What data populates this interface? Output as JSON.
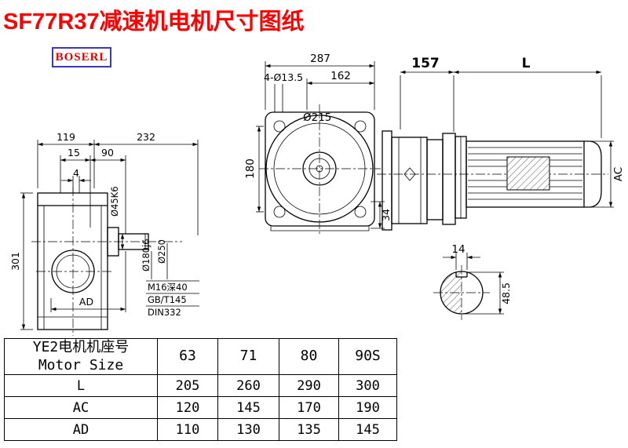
{
  "title": "SF77R37减速机电机尺寸图纸",
  "logo": "BOSERL",
  "colors": {
    "title": "#fe0000",
    "logo_text": "#e20000",
    "logo_border": "#3a3ab8",
    "line": "#000000"
  },
  "left_view": {
    "dim_width_left": "119",
    "dim_width_right": "232",
    "dim_15": "15",
    "dim_90": "90",
    "dim_4": "4",
    "dim_height": "301",
    "dim_ad": "AD",
    "shaft_dia": "Ø45K6",
    "spigot_dia": "Ø180j6",
    "flange_dia": "Ø250",
    "note_tap": "M16深40",
    "note_gb": "GB/T145",
    "note_din": "DIN332"
  },
  "front_view": {
    "dim_overall_width": "287",
    "dim_hole_span": "162",
    "holes_label": "4-Ø13.5",
    "flange_dia": "Ø215",
    "dim_height": "180",
    "dim_foot": "34"
  },
  "side_view": {
    "dim_gearbox": "157",
    "dim_motor_length": "L",
    "dim_motor_height": "AC"
  },
  "shaft_section": {
    "dim_key_width": "14",
    "dim_height": "48.5"
  },
  "table": {
    "header_line1": "YE2电机机座号",
    "header_line2": "Motor Size",
    "col_headers": [
      "63",
      "71",
      "80",
      "90S"
    ],
    "rows": [
      {
        "label": "L",
        "values": [
          "205",
          "260",
          "290",
          "300"
        ]
      },
      {
        "label": "AC",
        "values": [
          "120",
          "145",
          "170",
          "190"
        ]
      },
      {
        "label": "AD",
        "values": [
          "110",
          "130",
          "135",
          "145"
        ]
      }
    ]
  }
}
